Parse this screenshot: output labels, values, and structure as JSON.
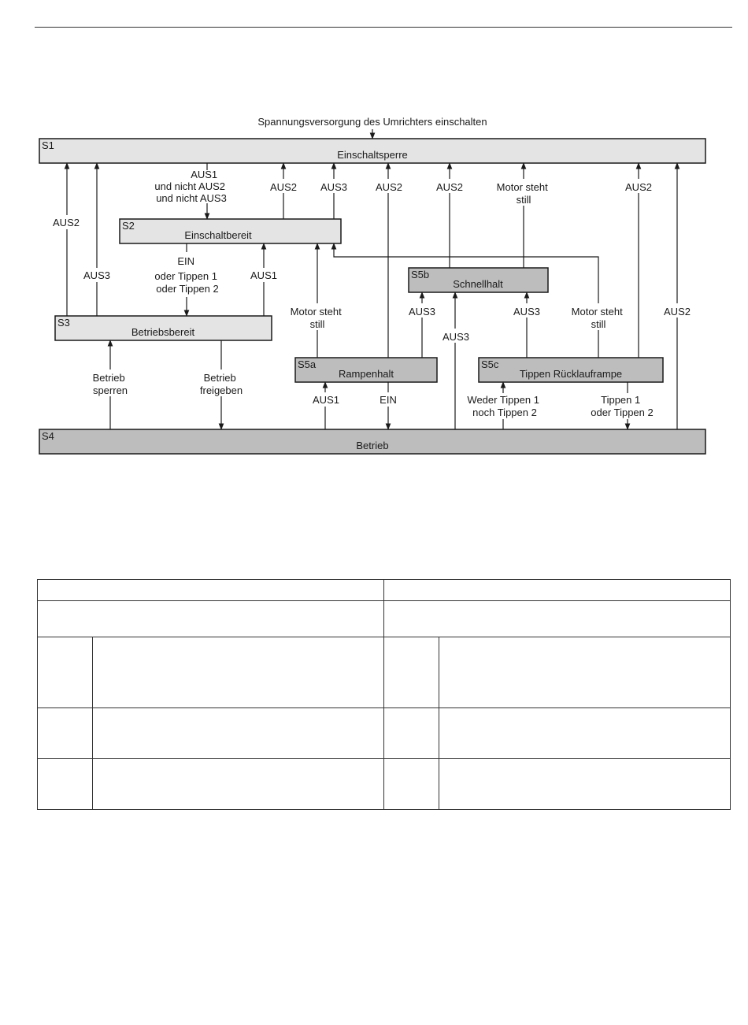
{
  "diagram": {
    "supply_label": "Spannungsversorgung des Umrichters einschalten",
    "states": {
      "s1": {
        "id": "S1",
        "name": "Einschaltsperre"
      },
      "s2": {
        "id": "S2",
        "name": "Einschaltbereit"
      },
      "s3": {
        "id": "S3",
        "name": "Betriebsbereit"
      },
      "s4": {
        "id": "S4",
        "name": "Betrieb"
      },
      "s5a": {
        "id": "S5a",
        "name": "Rampenhalt"
      },
      "s5b": {
        "id": "S5b",
        "name": "Schnellhalt"
      },
      "s5c": {
        "id": "S5c",
        "name": "Tippen Rücklauframpe"
      }
    },
    "labels": {
      "aus1": "AUS1",
      "aus2": "AUS2",
      "aus3": "AUS3",
      "ein": "EIN",
      "s2_enter": [
        "AUS1",
        "und nicht AUS2",
        "und nicht AUS3"
      ],
      "s2_to_s3": [
        "EIN",
        "oder Tippen 1",
        "oder Tippen 2"
      ],
      "motor_still": [
        "Motor steht",
        "still"
      ],
      "betrieb_sperren": [
        "Betrieb",
        "sperren"
      ],
      "betrieb_freigeben": [
        "Betrieb",
        "freigeben"
      ],
      "weder_tippen": [
        "Weder Tippen 1",
        "noch Tippen 2"
      ],
      "tippen_oder": [
        "Tippen 1",
        "oder Tippen 2"
      ]
    },
    "colors": {
      "light_box": "#e4e4e4",
      "dark_box": "#bdbdbd",
      "line": "#1a1a1a"
    }
  },
  "table": {
    "header": [
      "",
      ""
    ],
    "rows": [
      [
        "",
        "",
        "",
        ""
      ],
      [
        "",
        "",
        "",
        ""
      ],
      [
        "",
        "",
        "",
        ""
      ]
    ]
  }
}
